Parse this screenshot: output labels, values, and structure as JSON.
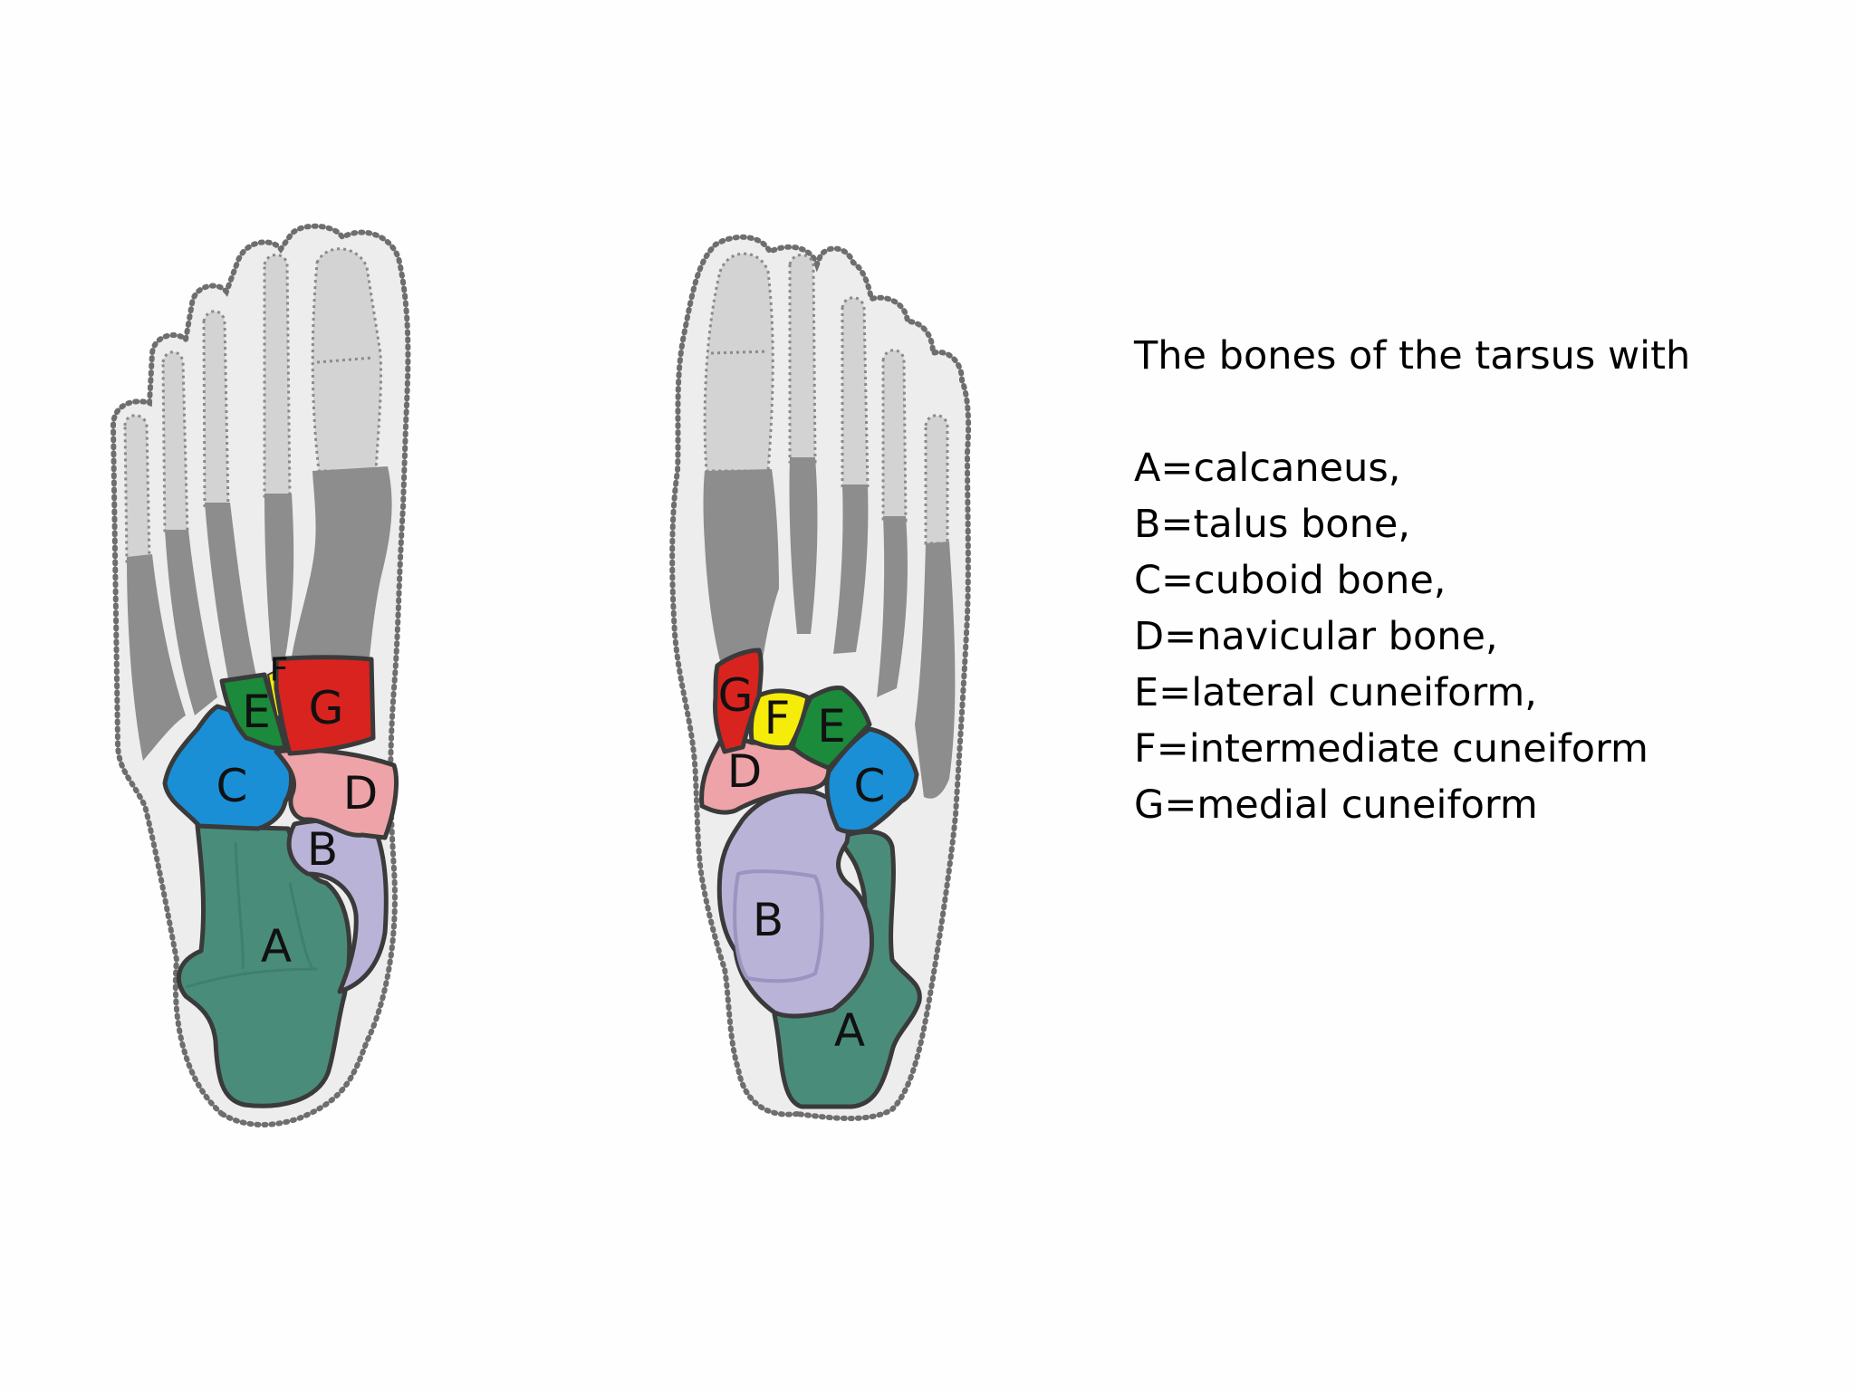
{
  "caption": {
    "title": "The bones of the tarsus with",
    "legend": [
      "A=calcaneus,",
      "B=talus bone,",
      "C=cuboid bone,",
      "D=navicular bone,",
      "E=lateral cuneiform,",
      "F=intermediate cuneiform",
      "G=medial cuneiform"
    ]
  },
  "bone_letters": {
    "A": "A",
    "B": "B",
    "C": "C",
    "D": "D",
    "E": "E",
    "F": "F",
    "G": "G"
  },
  "colors": {
    "calcaneus": "#4a8c7a",
    "talus": "#b9b3d8",
    "cuboid": "#1a8fd6",
    "navicular": "#eea3a8",
    "lateral_cuneiform": "#1b8a3a",
    "intermediate_cuneiform": "#f5ec0a",
    "medial_cuneiform": "#d9231f"
  }
}
